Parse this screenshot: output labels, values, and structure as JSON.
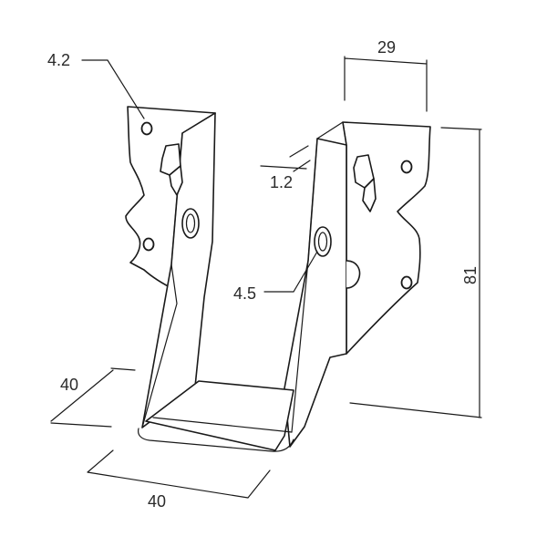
{
  "dimensions": {
    "hole_small": "4.2",
    "hole_large": "4.5",
    "thickness": "1.2",
    "flange_width": "29",
    "height": "81",
    "depth": "40",
    "width": "40"
  },
  "colors": {
    "line": "#1a1a1a",
    "text": "#2a2a2a",
    "background": "#ffffff"
  }
}
